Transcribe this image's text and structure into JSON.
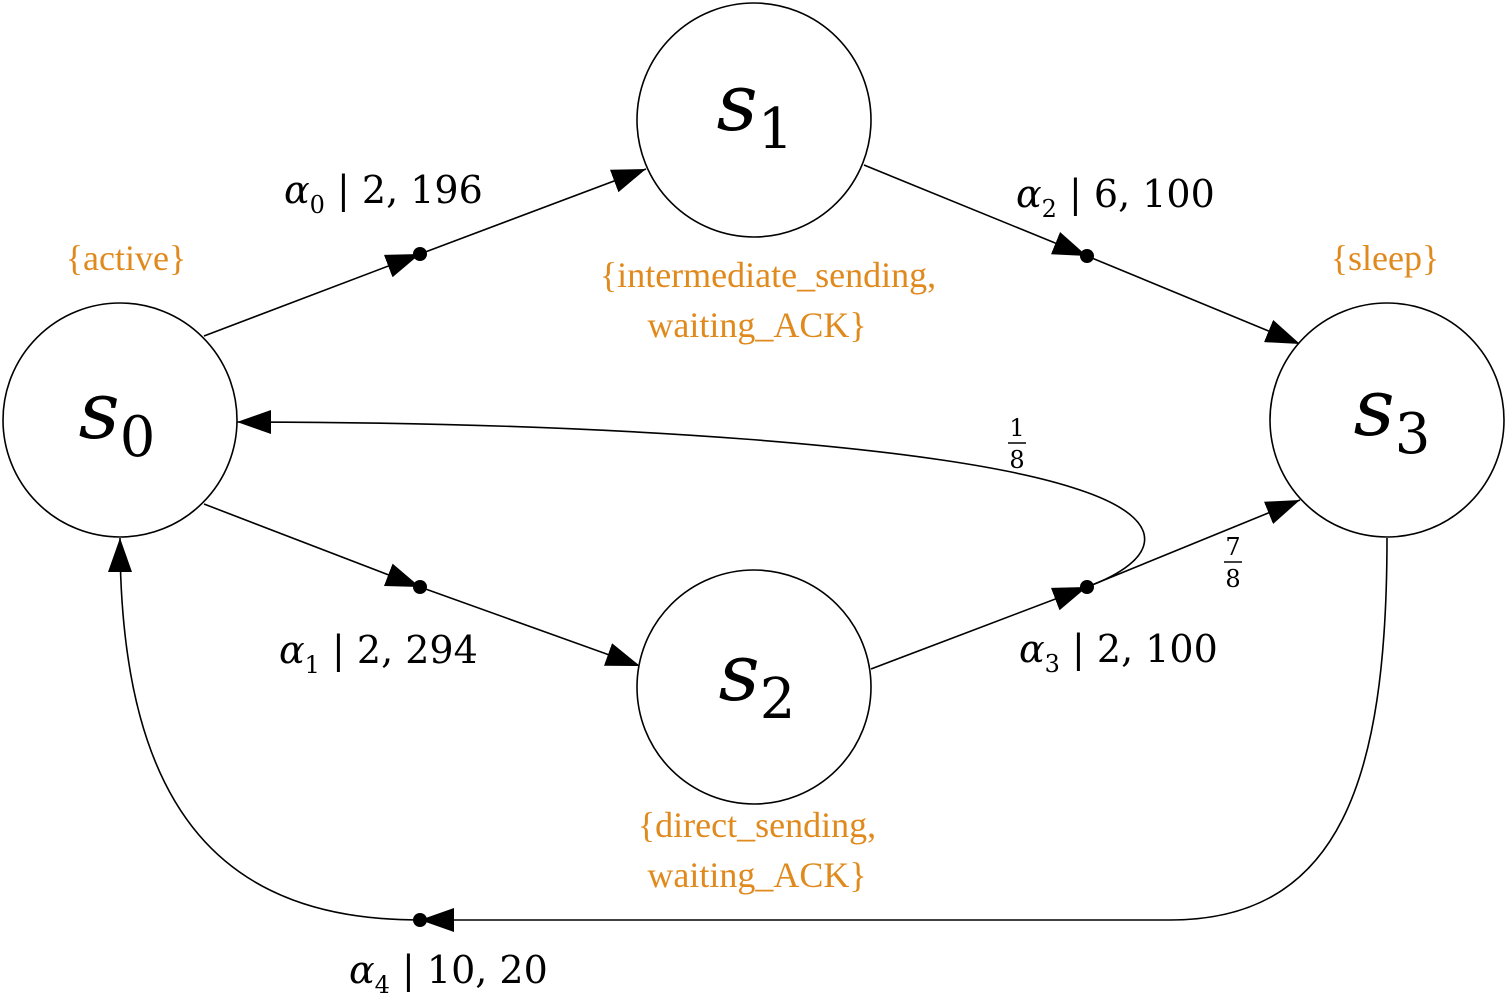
{
  "label_color": "#e08a1e",
  "states": [
    {
      "id": "s0",
      "letter": "s",
      "index": "0",
      "labels": [
        "{active}"
      ]
    },
    {
      "id": "s1",
      "letter": "s",
      "index": "1",
      "labels": [
        "{intermediate_sending,",
        "waiting_ACK}"
      ]
    },
    {
      "id": "s2",
      "letter": "s",
      "index": "2",
      "labels": [
        "{direct_sending,",
        "waiting_ACK}"
      ]
    },
    {
      "id": "s3",
      "letter": "s",
      "index": "3",
      "labels": [
        "{sleep}"
      ]
    }
  ],
  "actions": [
    {
      "id": "a0",
      "symbol": "α",
      "index": "0",
      "text": " | 2, 196",
      "from": "s0",
      "to": "s1"
    },
    {
      "id": "a1",
      "symbol": "α",
      "index": "1",
      "text": " | 2, 294",
      "from": "s0",
      "to": "s2"
    },
    {
      "id": "a2",
      "symbol": "α",
      "index": "2",
      "text": " | 6, 100",
      "from": "s1",
      "to": "s3"
    },
    {
      "id": "a3",
      "symbol": "α",
      "index": "3",
      "text": " | 2, 100",
      "from": "s2",
      "to": "s3 / s0"
    },
    {
      "id": "a4",
      "symbol": "α",
      "index": "4",
      "text": " | 10, 20",
      "from": "s3",
      "to": "s0"
    }
  ],
  "probabilities": [
    {
      "id": "p-a3-s0",
      "numerator": "1",
      "denominator": "8",
      "target": "s0"
    },
    {
      "id": "p-a3-s3",
      "numerator": "7",
      "denominator": "8",
      "target": "s3"
    }
  ]
}
